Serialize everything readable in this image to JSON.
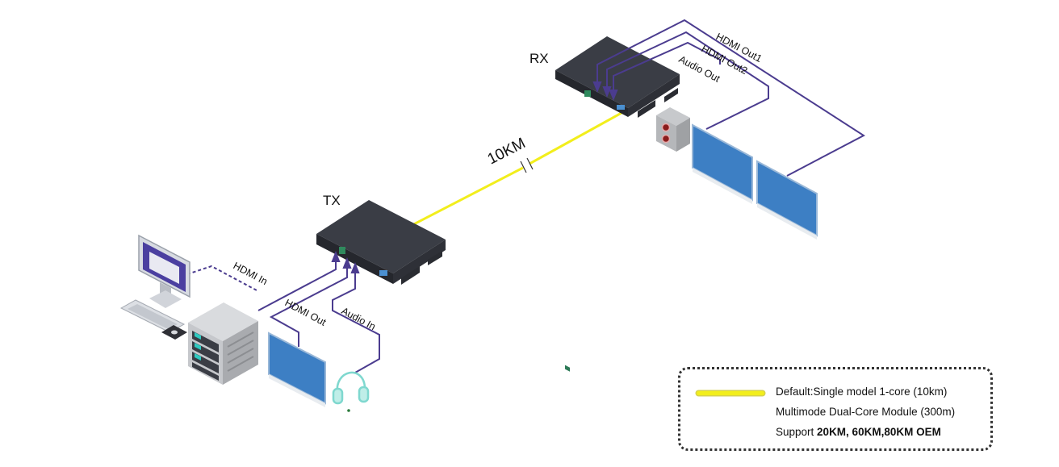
{
  "labels": {
    "rx": "RX",
    "tx": "TX",
    "distance": "10KM",
    "hdmi_out1": "HDMI Out1",
    "hdmi_out2": "HDMI Out2",
    "audio_out": "Audio Out",
    "hdmi_in": "HDMI In",
    "hdmi_out": "HDMI Out",
    "audio_in": "Audio In"
  },
  "legend": {
    "line1": "Default:Single model 1-core (10km)",
    "line2": "Multimode Dual-Core Module (300m)",
    "line3_prefix": "Support ",
    "line3_bold": "20KM, 60KM,80KM OEM"
  },
  "colors": {
    "fiber": "#f2ee1c",
    "cable": "#4b3c8f",
    "device": "#3a3d45",
    "screen": "#3d7fc4"
  }
}
